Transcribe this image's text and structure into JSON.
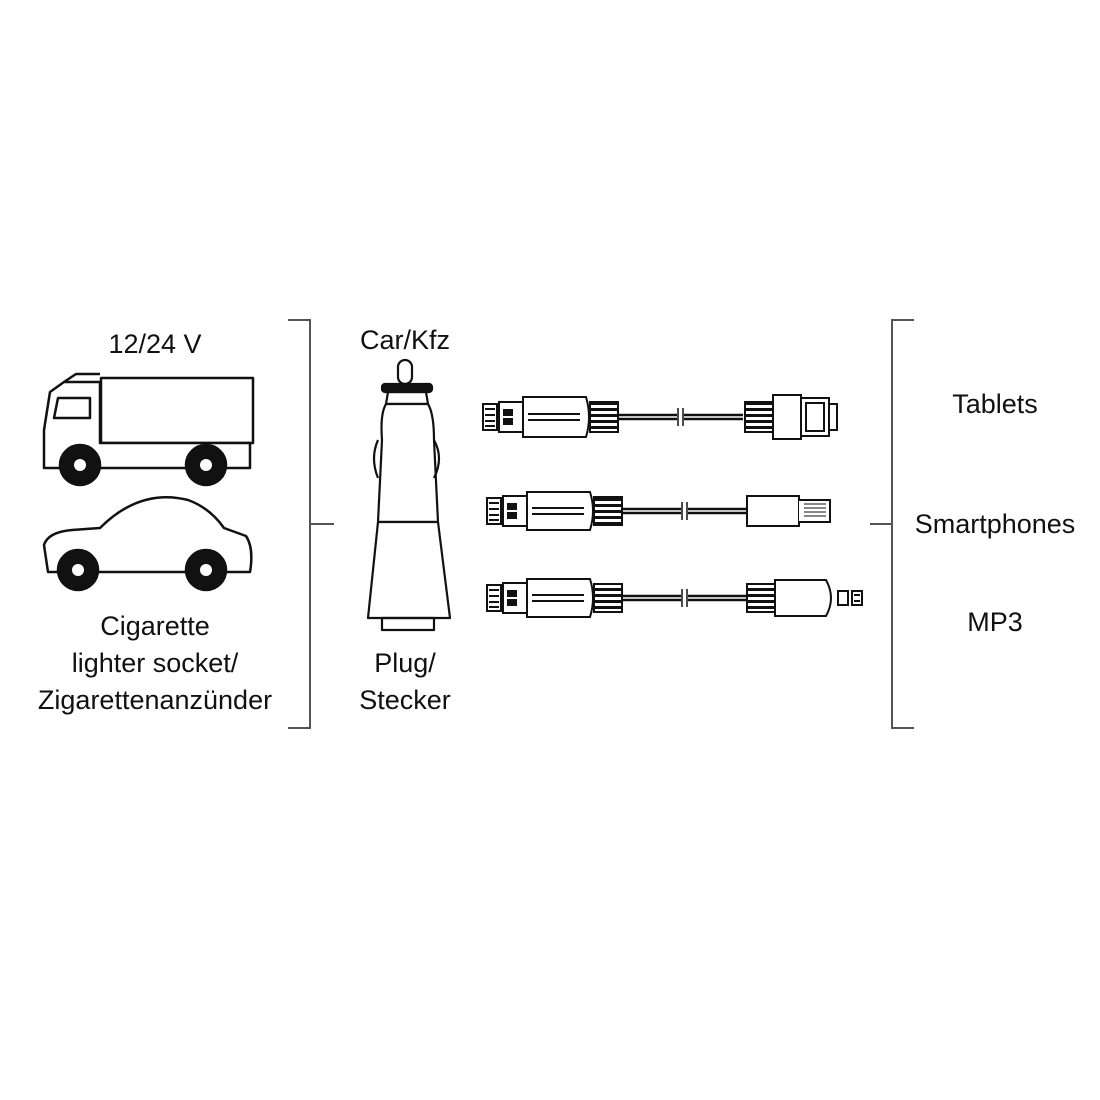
{
  "left_group": {
    "voltage_label": "12/24 V",
    "socket_label_line1": "Cigarette",
    "socket_label_line2": "lighter socket/",
    "socket_label_line3": "Zigarettenanzünder",
    "icons": [
      "truck-icon",
      "car-icon"
    ]
  },
  "middle_group": {
    "car_label": "Car/Kfz",
    "plug_label_line1": "Plug/",
    "plug_label_line2": "Stecker",
    "icons": [
      "car-plug-icon"
    ]
  },
  "cables": [
    {
      "name": "usb-cable-tablet",
      "left_connector": "usb-a",
      "right_connector": "tablet-dock-connector"
    },
    {
      "name": "usb-cable-lightning",
      "left_connector": "usb-a",
      "right_connector": "lightning-connector"
    },
    {
      "name": "usb-cable-micro-usb",
      "left_connector": "usb-a",
      "right_connector": "micro-usb-connector"
    }
  ],
  "right_group": {
    "devices": [
      "Tablets",
      "Smartphones",
      "MP3"
    ]
  },
  "colors": {
    "stroke": "#111111",
    "background": "#ffffff",
    "bracket": "#555555"
  }
}
